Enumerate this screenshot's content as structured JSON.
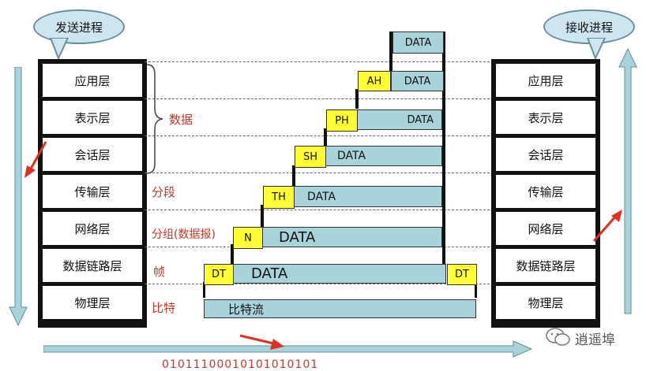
{
  "sender": {
    "title": "发送进程"
  },
  "receiver": {
    "title": "接收进程"
  },
  "layers": [
    "应用层",
    "表示层",
    "会话层",
    "传输层",
    "网络层",
    "数据链路层",
    "物理层"
  ],
  "annotations": {
    "data": "数据",
    "segment": "分段",
    "packet": "分组(数据报)",
    "frame": "帧",
    "bits": "比特"
  },
  "pdu": {
    "data": "DATA",
    "ah": "AH",
    "ph": "PH",
    "sh": "SH",
    "th": "TH",
    "n": "N",
    "dt": "DT",
    "bitstream": "比特流"
  },
  "bottom_bits": "01011100010101010101",
  "watermark": {
    "text": "逍遥埠"
  },
  "colors": {
    "header": "#ffff33",
    "bar": "#a9d3db",
    "arrow": "#a9d3db",
    "highlight_arrow": "#e03020",
    "annotation": "#c0392b"
  }
}
